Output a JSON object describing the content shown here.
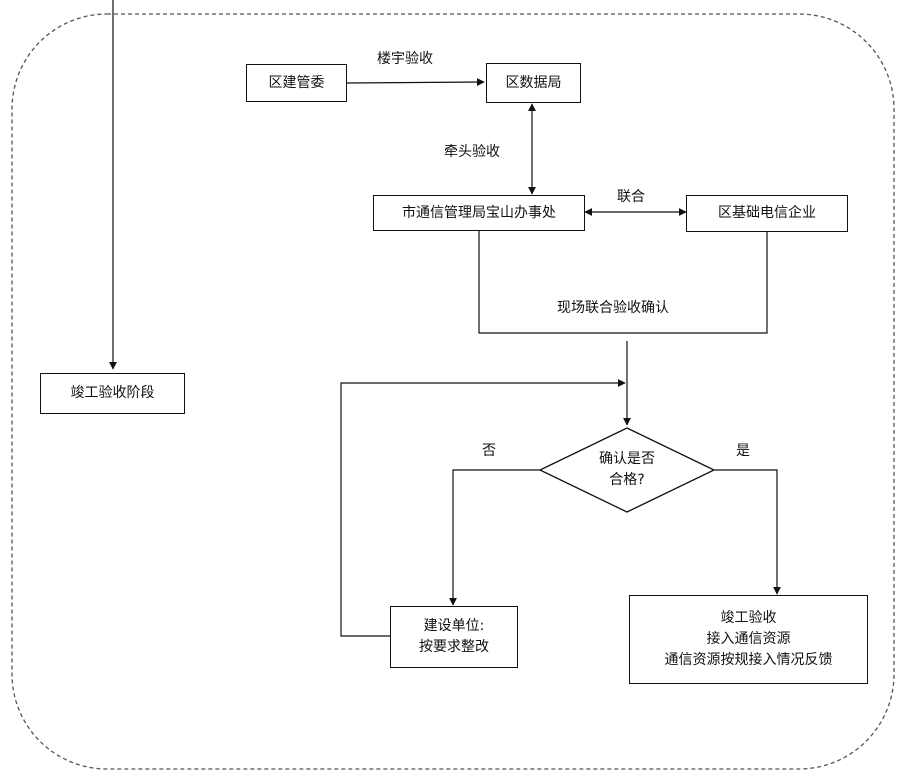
{
  "nodes": {
    "district_construction": "区建管委",
    "district_data_bureau": "区数据局",
    "baoshan_office": "市通信管理局宝山办事处",
    "district_telecom": "区基础电信企业",
    "joint_confirm": "现场联合验收确认",
    "completion_stage": "竣工验收阶段",
    "decision_line1": "确认是否",
    "decision_line2": "合格?",
    "rectify_line1": "建设单位:",
    "rectify_line2": "按要求整改",
    "final_line1": "竣工验收",
    "final_line2": "接入通信资源",
    "final_line3": "通信资源按规接入情况反馈"
  },
  "edge_labels": {
    "building_acceptance": "楼宇验收",
    "lead_acceptance": "牵头验收",
    "joint": "联合",
    "no": "否",
    "yes": "是"
  },
  "colors": {
    "line": "#111111",
    "dashed_border": "#555555"
  }
}
